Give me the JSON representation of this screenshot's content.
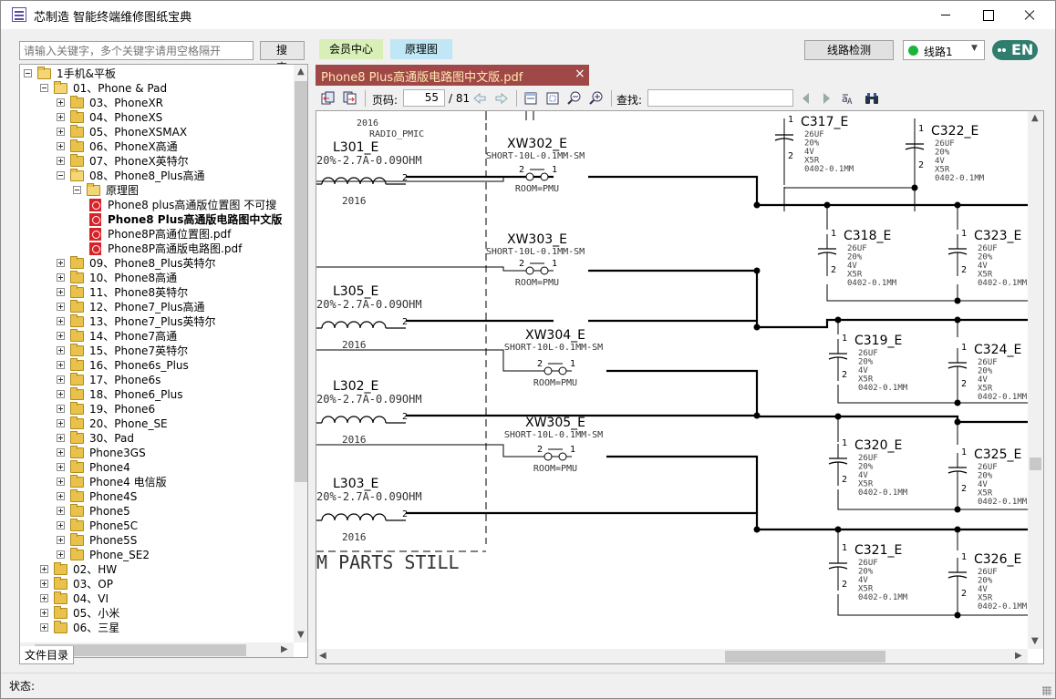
{
  "window": {
    "title": "芯制造 智能终端维修图纸宝典"
  },
  "search": {
    "placeholder": "请输入关键字，多个关键字请用空格隔开",
    "button": "搜 索"
  },
  "tree": {
    "nodes": [
      {
        "label": "1手机&平板",
        "type": "folder",
        "open": true,
        "indent": 0
      },
      {
        "label": "01、Phone & Pad",
        "type": "folder",
        "open": true,
        "indent": 1
      },
      {
        "label": "03、PhoneXR",
        "type": "folder",
        "indent": 2
      },
      {
        "label": "04、PhoneXS",
        "type": "folder",
        "indent": 2
      },
      {
        "label": "05、PhoneXSMAX",
        "type": "folder",
        "indent": 2
      },
      {
        "label": "06、PhoneX高通",
        "type": "folder",
        "indent": 2
      },
      {
        "label": "07、PhoneX英特尔",
        "type": "folder",
        "indent": 2
      },
      {
        "label": "08、Phone8_Plus高通",
        "type": "folder",
        "open": true,
        "indent": 2
      },
      {
        "label": "原理图",
        "type": "folder",
        "open": true,
        "indent": 3
      },
      {
        "label": "Phone8 plus高通版位置图 不可搜",
        "type": "pdf",
        "indent": 4
      },
      {
        "label": "Phone8 Plus高通版电路图中文版",
        "type": "pdf",
        "indent": 4,
        "bold": true
      },
      {
        "label": "Phone8P高通位置图.pdf",
        "type": "pdf",
        "indent": 4
      },
      {
        "label": "Phone8P高通版电路图.pdf",
        "type": "pdf",
        "indent": 4
      },
      {
        "label": "09、Phone8_Plus英特尔",
        "type": "folder",
        "indent": 2
      },
      {
        "label": "10、Phone8高通",
        "type": "folder",
        "indent": 2
      },
      {
        "label": "11、Phone8英特尔",
        "type": "folder",
        "indent": 2
      },
      {
        "label": "12、Phone7_Plus高通",
        "type": "folder",
        "indent": 2
      },
      {
        "label": "13、Phone7_Plus英特尔",
        "type": "folder",
        "indent": 2
      },
      {
        "label": "14、Phone7高通",
        "type": "folder",
        "indent": 2
      },
      {
        "label": "15、Phone7英特尔",
        "type": "folder",
        "indent": 2
      },
      {
        "label": "16、Phone6s_Plus",
        "type": "folder",
        "indent": 2
      },
      {
        "label": "17、Phone6s",
        "type": "folder",
        "indent": 2
      },
      {
        "label": "18、Phone6_Plus",
        "type": "folder",
        "indent": 2
      },
      {
        "label": "19、Phone6",
        "type": "folder",
        "indent": 2
      },
      {
        "label": "20、Phone_SE",
        "type": "folder",
        "indent": 2
      },
      {
        "label": "30、Pad",
        "type": "folder",
        "indent": 2
      },
      {
        "label": "Phone3GS",
        "type": "folder",
        "indent": 2
      },
      {
        "label": "Phone4",
        "type": "folder",
        "indent": 2
      },
      {
        "label": "Phone4 电信版",
        "type": "folder",
        "indent": 2
      },
      {
        "label": "Phone4S",
        "type": "folder",
        "indent": 2
      },
      {
        "label": "Phone5",
        "type": "folder",
        "indent": 2
      },
      {
        "label": "Phone5C",
        "type": "folder",
        "indent": 2
      },
      {
        "label": "Phone5S",
        "type": "folder",
        "indent": 2
      },
      {
        "label": "Phone_SE2",
        "type": "folder",
        "indent": 2
      },
      {
        "label": "02、HW",
        "type": "folder",
        "indent": 1
      },
      {
        "label": "03、OP",
        "type": "folder",
        "indent": 1
      },
      {
        "label": "04、VI",
        "type": "folder",
        "indent": 1
      },
      {
        "label": "05、小米",
        "type": "folder",
        "indent": 1
      },
      {
        "label": "06、三星",
        "type": "folder",
        "indent": 1
      }
    ],
    "bottom_tab": "文件目录"
  },
  "top_tabs": {
    "member": "会员中心",
    "schematic": "原理图"
  },
  "line_check": {
    "label": "线路检测"
  },
  "line_select": {
    "value": "线路1",
    "status_color": "#1bb53a"
  },
  "language": {
    "label": "EN"
  },
  "doc_tab": {
    "title": "Phone8  Plus高通版电路图中文版.pdf",
    "close": "×"
  },
  "toolbar": {
    "page_label": "页码:",
    "page_value": "55",
    "page_total": "/ 81",
    "find_label": "查找:",
    "find_value": ""
  },
  "schematic": {
    "radio_pmic": "RADIO_PMIC",
    "year": "2016",
    "pins": {
      "one": "1",
      "two": "2"
    },
    "inductors": [
      {
        "name": "L301_E",
        "spec": "20%-2.7A-0.09OHM"
      },
      {
        "name": "L305_E",
        "spec": "20%-2.7A-0.09OHM"
      },
      {
        "name": "L302_E",
        "spec": "20%-2.7A-0.09OHM"
      },
      {
        "name": "L303_E",
        "spec": "20%-2.7A-0.09OHM"
      }
    ],
    "shorts": [
      {
        "name": "XW302_E",
        "spec": "SHORT-10L-0.1MM-SM",
        "room": "ROOM=PMU"
      },
      {
        "name": "XW303_E",
        "spec": "SHORT-10L-0.1MM-SM",
        "room": "ROOM=PMU"
      },
      {
        "name": "XW304_E",
        "spec": "SHORT-10L-0.1MM-SM",
        "room": "ROOM=PMU"
      },
      {
        "name": "XW305_E",
        "spec": "SHORT-10L-0.1MM-SM",
        "room": "ROOM=PMU"
      }
    ],
    "cap_spec": [
      "26UF",
      "20%",
      "4V",
      "X5R",
      "0402-0.1MM"
    ],
    "caps": [
      "C317_E",
      "C322_E",
      "C318_E",
      "C323_E",
      "C319_E",
      "C324_E",
      "C320_E",
      "C325_E",
      "C321_E",
      "C326_E"
    ],
    "footer_text": "M PARTS STILL"
  },
  "status": {
    "label": "状态:"
  }
}
